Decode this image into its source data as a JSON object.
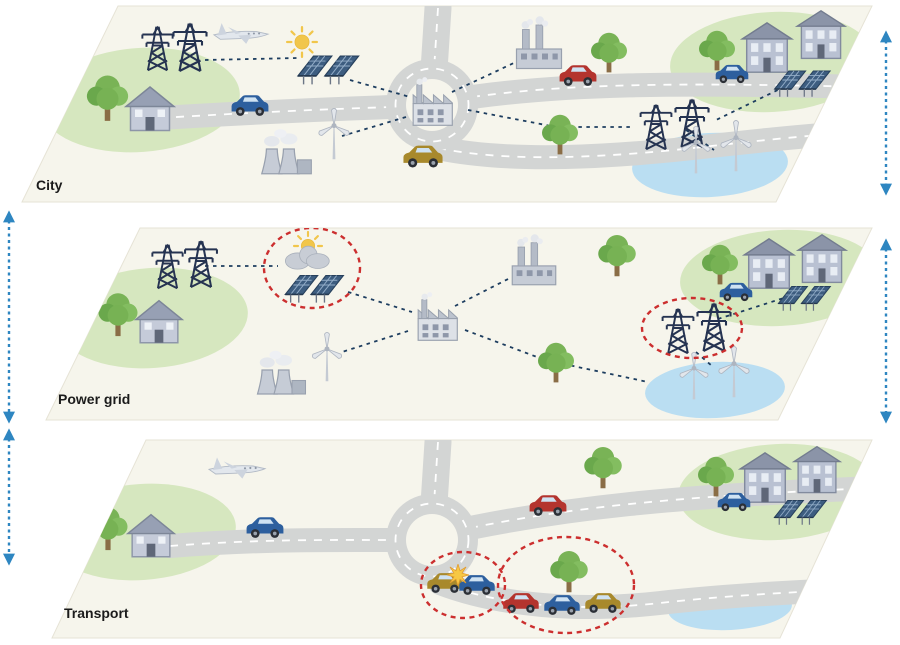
{
  "diagram": {
    "type": "layered-infrastructure-diagram",
    "layers": [
      {
        "id": "city",
        "label": "City",
        "elements": [
          "power-pylons",
          "airplane",
          "sun",
          "solar-panels",
          "tree",
          "small-house",
          "blue-car",
          "road-network",
          "roundabout",
          "central-factory",
          "smokestack-factory",
          "red-car",
          "large-houses",
          "rooftop-solar-panels",
          "power-plant",
          "wind-turbine",
          "yellow-car",
          "water",
          "wind-turbines"
        ],
        "highlights": []
      },
      {
        "id": "power-grid",
        "label": "Power grid",
        "elements": [
          "power-pylons",
          "sun-behind-cloud",
          "solar-panels",
          "tree",
          "small-house",
          "central-factory",
          "smokestack-factory",
          "large-houses",
          "blue-car",
          "rooftop-solar-panels",
          "faulty-pylons",
          "power-plant",
          "wind-turbine",
          "water",
          "wind-turbines"
        ],
        "highlights": [
          "solar-output-drop",
          "pylon-fault"
        ]
      },
      {
        "id": "transport",
        "label": "Transport",
        "elements": [
          "airplane",
          "small-house",
          "tree",
          "blue-car",
          "road-network",
          "roundabout",
          "red-car",
          "large-houses",
          "rooftop-solar-panels",
          "car-crash",
          "traffic-jam",
          "water"
        ],
        "highlights": [
          "car-crash",
          "traffic-jam"
        ]
      }
    ],
    "colors": {
      "panel_fill": "#f6f5ec",
      "green_area": "#d6e7bf",
      "water": "#badef2",
      "road": "#d3d5d4",
      "connector": "#1d3d5f",
      "highlight": "#cc2f2f",
      "interlayer_arrow": "#2e86c1"
    },
    "interlayer_arrows": [
      {
        "side": "right",
        "between": [
          "city",
          "power-grid"
        ]
      },
      {
        "side": "left",
        "between": [
          "city",
          "power-grid"
        ]
      },
      {
        "side": "right",
        "between": [
          "power-grid",
          "transport"
        ]
      },
      {
        "side": "left",
        "between": [
          "power-grid",
          "transport"
        ]
      }
    ]
  }
}
